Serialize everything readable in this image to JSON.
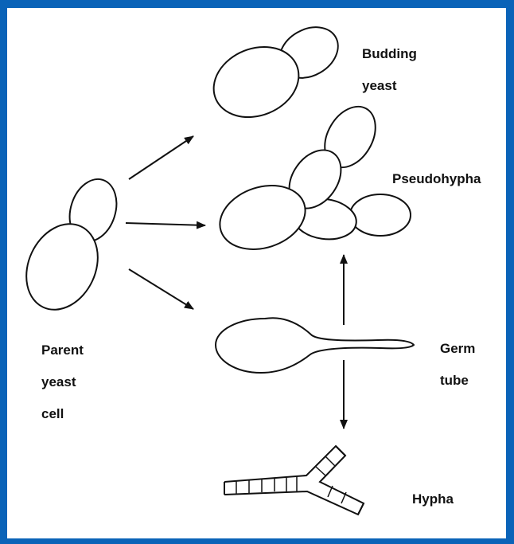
{
  "labels": {
    "budding_yeast": [
      "Budding",
      "yeast"
    ],
    "pseudohypha": [
      "Pseudohypha"
    ],
    "parent_yeast_cell": [
      "Parent",
      "yeast",
      "cell"
    ],
    "germ_tube": [
      "Germ",
      "tube"
    ],
    "hypha": [
      "Hypha"
    ]
  },
  "colors": {
    "frame": "#0a63b8",
    "background": "#ffffff",
    "ink": "#111111"
  }
}
